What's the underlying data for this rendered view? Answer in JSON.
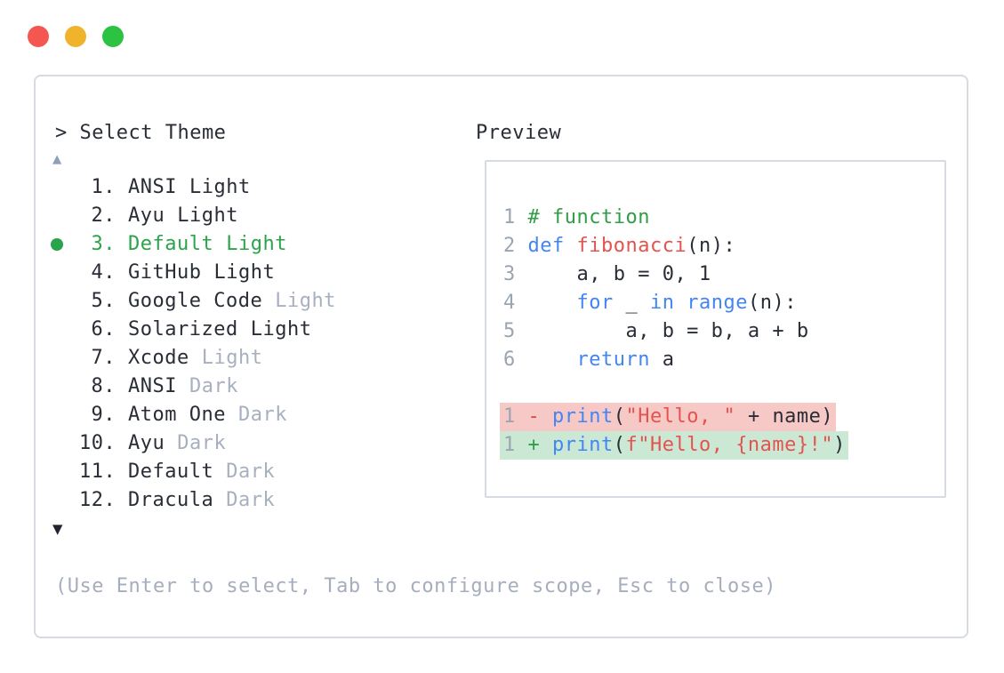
{
  "window": {
    "traffic_lights": [
      {
        "name": "close",
        "color": "#f4574f"
      },
      {
        "name": "minimize",
        "color": "#f0b42c"
      },
      {
        "name": "zoom",
        "color": "#2bc341"
      }
    ]
  },
  "theme_picker": {
    "title": "> Select Theme",
    "scroll_up_icon": "▲",
    "scroll_down_icon": "▼",
    "items": [
      {
        "number": "1.",
        "name": "ANSI",
        "variant": "Light",
        "variant_muted": false,
        "selected": false
      },
      {
        "number": "2.",
        "name": "Ayu",
        "variant": "Light",
        "variant_muted": false,
        "selected": false
      },
      {
        "number": "3.",
        "name": "Default",
        "variant": "Light",
        "variant_muted": false,
        "selected": true
      },
      {
        "number": "4.",
        "name": "GitHub",
        "variant": "Light",
        "variant_muted": false,
        "selected": false
      },
      {
        "number": "5.",
        "name": "Google Code",
        "variant": "Light",
        "variant_muted": true,
        "selected": false
      },
      {
        "number": "6.",
        "name": "Solarized",
        "variant": "Light",
        "variant_muted": false,
        "selected": false
      },
      {
        "number": "7.",
        "name": "Xcode",
        "variant": "Light",
        "variant_muted": true,
        "selected": false
      },
      {
        "number": "8.",
        "name": "ANSI",
        "variant": "Dark",
        "variant_muted": true,
        "selected": false
      },
      {
        "number": "9.",
        "name": "Atom One",
        "variant": "Dark",
        "variant_muted": true,
        "selected": false
      },
      {
        "number": "10.",
        "name": "Ayu",
        "variant": "Dark",
        "variant_muted": true,
        "selected": false
      },
      {
        "number": "11.",
        "name": "Default",
        "variant": "Dark",
        "variant_muted": true,
        "selected": false
      },
      {
        "number": "12.",
        "name": "Dracula",
        "variant": "Dark",
        "variant_muted": true,
        "selected": false
      }
    ],
    "footer_hint": "(Use Enter to select, Tab to configure scope, Esc to close)"
  },
  "preview": {
    "title": "Preview",
    "code_lines": [
      {
        "num": "1",
        "segments": [
          {
            "t": "# function",
            "c": "comment"
          }
        ]
      },
      {
        "num": "2",
        "segments": [
          {
            "t": "def",
            "c": "keyword"
          },
          {
            "t": " ",
            "c": "plain"
          },
          {
            "t": "fibonacci",
            "c": "function"
          },
          {
            "t": "(n):",
            "c": "plain"
          }
        ]
      },
      {
        "num": "3",
        "segments": [
          {
            "t": "    a, b = 0, 1",
            "c": "plain"
          }
        ]
      },
      {
        "num": "4",
        "segments": [
          {
            "t": "    ",
            "c": "plain"
          },
          {
            "t": "for",
            "c": "keyword"
          },
          {
            "t": " _ ",
            "c": "plain"
          },
          {
            "t": "in",
            "c": "keyword"
          },
          {
            "t": " ",
            "c": "plain"
          },
          {
            "t": "range",
            "c": "keyword"
          },
          {
            "t": "(n):",
            "c": "plain"
          }
        ]
      },
      {
        "num": "5",
        "segments": [
          {
            "t": "        a, b = b, a + b",
            "c": "plain"
          }
        ]
      },
      {
        "num": "6",
        "segments": [
          {
            "t": "    ",
            "c": "plain"
          },
          {
            "t": "return",
            "c": "keyword"
          },
          {
            "t": " a",
            "c": "plain"
          }
        ]
      },
      {
        "blank": true
      },
      {
        "num": "1",
        "bg": "removed",
        "segments": [
          {
            "t": "- ",
            "c": "diff-minus"
          },
          {
            "t": "print",
            "c": "keyword"
          },
          {
            "t": "(",
            "c": "plain"
          },
          {
            "t": "\"Hello, \"",
            "c": "string"
          },
          {
            "t": " + name)",
            "c": "plain"
          }
        ]
      },
      {
        "num": "1",
        "bg": "added",
        "segments": [
          {
            "t": "+ ",
            "c": "diff-plus"
          },
          {
            "t": "print",
            "c": "keyword"
          },
          {
            "t": "(",
            "c": "plain"
          },
          {
            "t": "f\"Hello, {name}!\"",
            "c": "string"
          },
          {
            "t": ")",
            "c": "plain"
          }
        ]
      }
    ]
  },
  "colors": {
    "text-dark": "#282d36",
    "muted": "#a8b0bf",
    "accent-green": "#2aa44a",
    "panel-border": "#d6dae1",
    "line-number": "#9aa5b2",
    "syn-comment": "#2f9e44",
    "syn-keyword": "#4285f4",
    "syn-function": "#e5534e",
    "syn-string": "#e5534e",
    "syn-plain": "#282d36",
    "diff-minus": "#d64a42",
    "diff-plus": "#2f9e44",
    "diff-removed-bg": "#f7c9c6",
    "diff-added-bg": "#cbe8d5",
    "arrow-up": "#8da0b6",
    "arrow-down": "#20242e",
    "footer": "#a6aebd"
  }
}
